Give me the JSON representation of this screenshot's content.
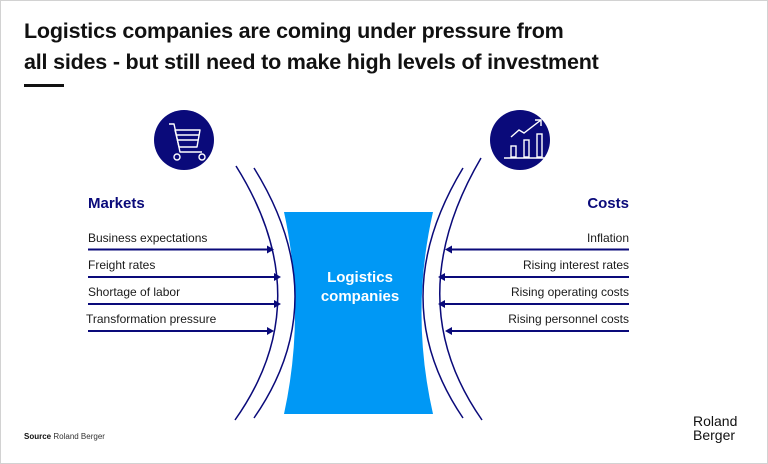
{
  "title": {
    "line1": "Logistics companies are coming under pressure from",
    "line2": "all sides - but still need to make high levels of investment"
  },
  "colors": {
    "navy": "#0a0a7a",
    "center_blue": "#0098f5",
    "text": "#111111"
  },
  "left_panel": {
    "icon": "shopping-cart-icon",
    "heading": "Markets",
    "items": [
      {
        "label": "Business expectations"
      },
      {
        "label": "Freight rates"
      },
      {
        "label": "Shortage of labor"
      },
      {
        "label": "Transformation pressure"
      }
    ]
  },
  "right_panel": {
    "icon": "growth-chart-icon",
    "heading": "Costs",
    "items": [
      {
        "label": "Inflation"
      },
      {
        "label": "Rising interest rates"
      },
      {
        "label": "Rising operating costs"
      },
      {
        "label": "Rising personnel costs"
      }
    ]
  },
  "center": {
    "line1": "Logistics",
    "line2": "companies"
  },
  "footer": {
    "source_label": "Source",
    "source_text": "Roland Berger",
    "logo_line1": "Roland",
    "logo_line2": "Berger"
  }
}
